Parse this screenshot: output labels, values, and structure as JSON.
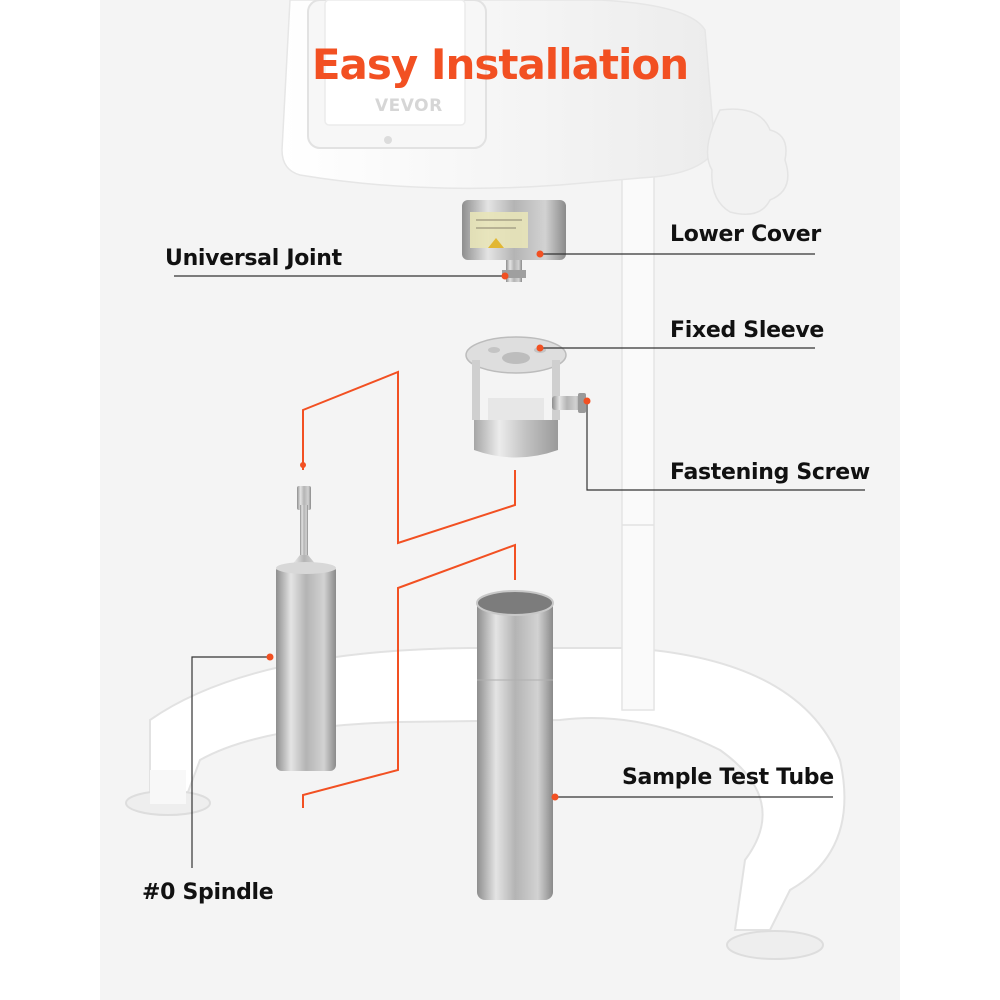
{
  "title": "Easy Installation",
  "brand": "VEVOR",
  "accent_color": "#f25022",
  "labels": {
    "lower_cover": "Lower Cover",
    "universal_joint": "Universal Joint",
    "fixed_sleeve": "Fixed Sleeve",
    "fastening_screw": "Fastening Screw",
    "sample_test_tube": "Sample Test Tube",
    "spindle": "#0 Spindle"
  }
}
